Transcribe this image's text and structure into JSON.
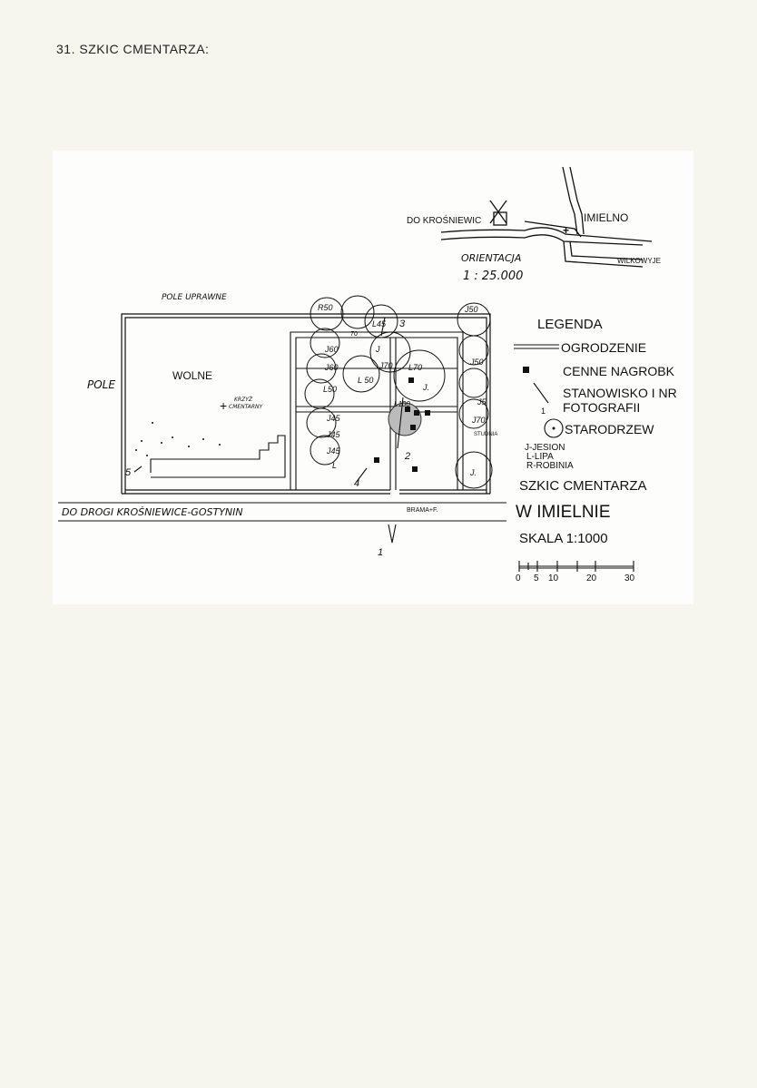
{
  "page_title": "31. SZKIC CMENTARZA:",
  "orientation_map": {
    "label_krosniewice": "DO KROŚNIEWIC",
    "label_imielno": "IMIELNO",
    "label_wilkowyje": "WILKOWYJE",
    "label_orientation": "ORIENTACJA",
    "label_scale": "1 : 25.000"
  },
  "plan": {
    "label_field_top": "POLE UPRAWNE",
    "label_field_left": "POLE",
    "label_free": "WOLNE",
    "label_cross_line1": "KRZYŻ",
    "label_cross_line2": "CMENTARNY",
    "label_road": "DO DROGI KROŚNIEWICE-GOSTYNIN",
    "label_gate": "BRAMA+F.",
    "label_well": "STUDNIA",
    "trees": {
      "r50": "R50",
      "l45": "L45",
      "j50_top": "J50",
      "n70": "70",
      "j60": "J60",
      "j60b": "J60",
      "j70": "J70",
      "l70": "L70",
      "j50_r": "J50",
      "l50_mid": "L 50",
      "l50": "L50",
      "j5": "J5",
      "l100": "L100",
      "j45a": "J45",
      "j45b": "J45",
      "j45c": "J45",
      "j70_r": "J70",
      "j_small": "J.",
      "j_a": "J",
      "l_low": "L",
      "j_bottom": "J."
    },
    "photo_points": {
      "p1": "1",
      "p2": "2",
      "p3": "3",
      "p4": "4",
      "p5": "5"
    }
  },
  "legend": {
    "title": "LEGENDA",
    "fence": "OGRODZENIE",
    "gravestones": "CENNE NAGROBK",
    "photo_line1": "STANOWISKO I NR",
    "photo_line2": "FOTOGRAFII",
    "photo_num": "1",
    "old_trees": "STARODRZEW",
    "key_j": "J-JESION",
    "key_l": "L-LIPA",
    "key_r": "R-ROBINIA"
  },
  "caption": {
    "line1": "SZKIC CMENTARZA",
    "line2": "W IMIELNIE",
    "scale": "SKALA   1:1000"
  },
  "scale_bar": {
    "t0": "0",
    "t5": "5",
    "t10": "10",
    "t20": "20",
    "t30": "30"
  }
}
